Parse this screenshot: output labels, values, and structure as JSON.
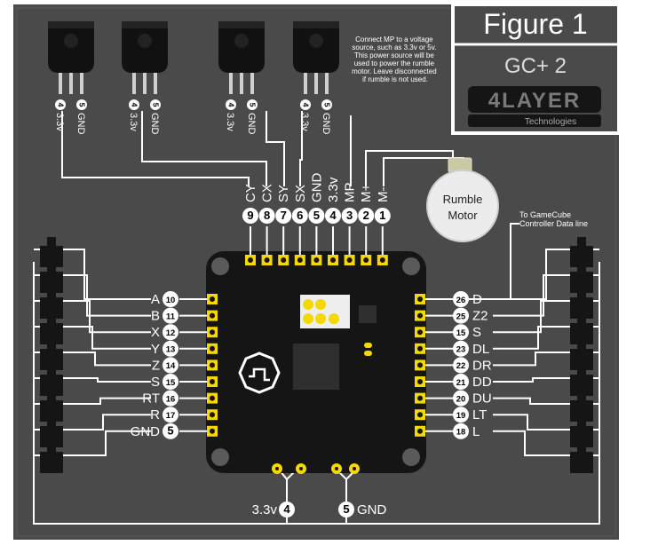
{
  "figure": {
    "title": "Figure 1",
    "product": "GC+ 2",
    "brand": "4LAYER",
    "brand_sub": "Technologies"
  },
  "note": {
    "lines": [
      "Connect MP to a voltage",
      "source, such as 3.3v or 5v.",
      "This power source will be",
      "used to power the rumble",
      "motor. Leave disconnected",
      "if rumble is not used."
    ]
  },
  "rumble": {
    "line1": "Rumble",
    "line2": "Motor"
  },
  "gc_note": {
    "line1": "To GameCube",
    "line2": "Controller Data line"
  },
  "transistors": [
    {
      "pin_a_num": "4",
      "pin_a_label": "3.3v",
      "pin_b_num": "5",
      "pin_b_label": "GND"
    },
    {
      "pin_a_num": "4",
      "pin_a_label": "3.3v",
      "pin_b_num": "5",
      "pin_b_label": "GND"
    },
    {
      "pin_a_num": "4",
      "pin_a_label": "3.3v",
      "pin_b_num": "5",
      "pin_b_label": "GND"
    },
    {
      "pin_a_num": "4",
      "pin_a_label": "3.3v",
      "pin_b_num": "5",
      "pin_b_label": "GND"
    }
  ],
  "top_pins": [
    {
      "num": "9",
      "label": "CY"
    },
    {
      "num": "8",
      "label": "CX"
    },
    {
      "num": "7",
      "label": "SY"
    },
    {
      "num": "6",
      "label": "SX"
    },
    {
      "num": "5",
      "label": "GND"
    },
    {
      "num": "4",
      "label": "3.3v"
    },
    {
      "num": "3",
      "label": "MP"
    },
    {
      "num": "2",
      "label": "M+"
    },
    {
      "num": "1",
      "label": "M-"
    }
  ],
  "left_pins": [
    {
      "num": "10",
      "label": "A"
    },
    {
      "num": "11",
      "label": "B"
    },
    {
      "num": "12",
      "label": "X"
    },
    {
      "num": "13",
      "label": "Y"
    },
    {
      "num": "14",
      "label": "Z"
    },
    {
      "num": "15",
      "label": "S"
    },
    {
      "num": "16",
      "label": "RT"
    },
    {
      "num": "17",
      "label": "R"
    },
    {
      "num": "5",
      "label": "GND"
    }
  ],
  "right_pins": [
    {
      "num": "26",
      "label": "D"
    },
    {
      "num": "25",
      "label": "Z2"
    },
    {
      "num": "15",
      "label": "S"
    },
    {
      "num": "23",
      "label": "DL"
    },
    {
      "num": "22",
      "label": "DR"
    },
    {
      "num": "21",
      "label": "DD"
    },
    {
      "num": "20",
      "label": "DU"
    },
    {
      "num": "19",
      "label": "LT"
    },
    {
      "num": "18",
      "label": "L"
    }
  ],
  "bottom_pins": [
    {
      "num": "4",
      "label": "3.3v"
    },
    {
      "num": "5",
      "label": "GND"
    }
  ],
  "colors": {
    "background": "#4a4a4a",
    "pad": "#f5d800",
    "board": "#151515",
    "wire": "#ffffff"
  }
}
